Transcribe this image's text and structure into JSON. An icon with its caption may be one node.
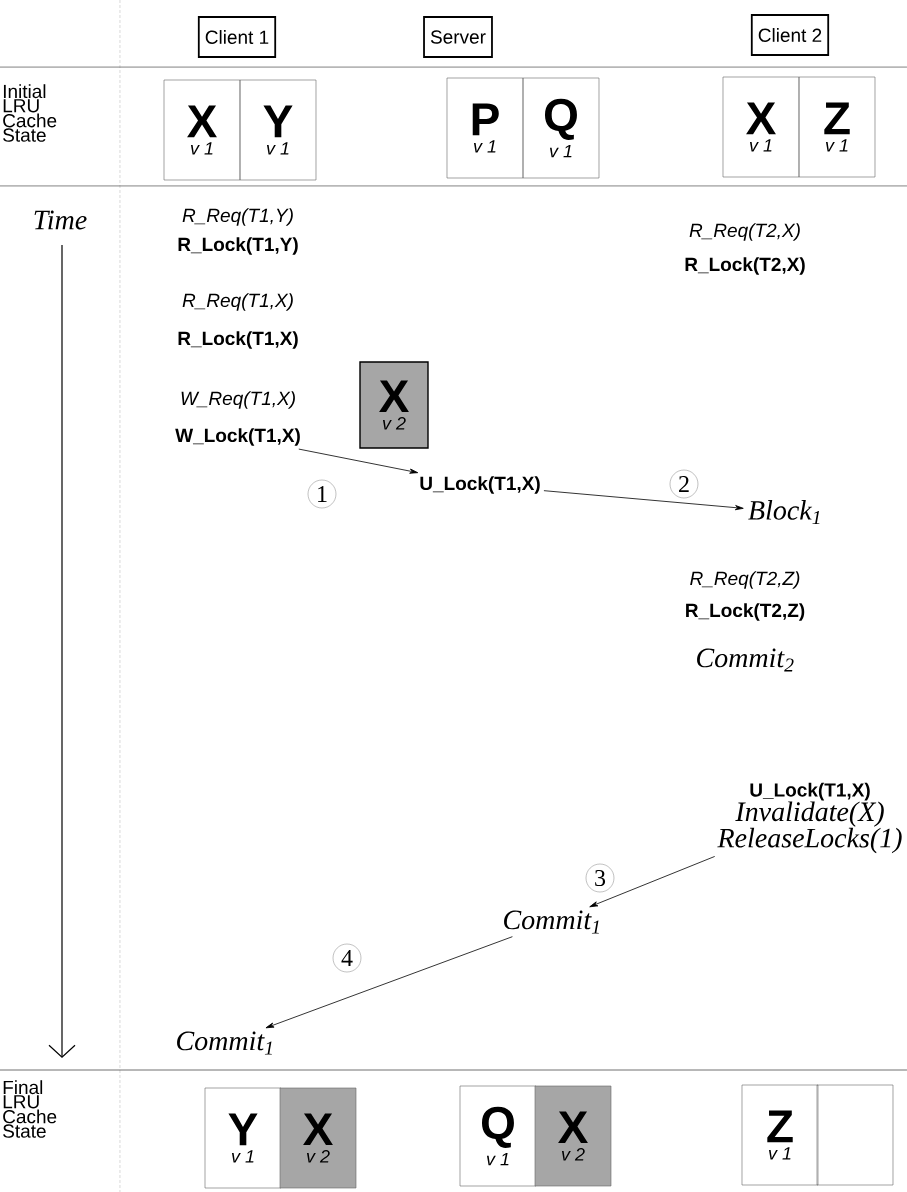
{
  "diagram": {
    "nodes": [
      {
        "text": [
          "Client 1"
        ]
      },
      {
        "text": [
          "Server"
        ]
      },
      {
        "text": [
          "Client 2"
        ]
      },
      {
        "text": [
          "X",
          "v 1"
        ]
      },
      {
        "text": [
          "Y",
          "v 1"
        ]
      },
      {
        "text": [
          "P",
          "v 1"
        ]
      },
      {
        "text": [
          "Q",
          "v 1"
        ]
      },
      {
        "text": [
          "X",
          "v 1"
        ]
      },
      {
        "text": [
          "Z",
          "v 1"
        ]
      },
      {
        "text": [
          "W_Lock(T1,X)"
        ]
      },
      {
        "text": [
          "X",
          "v 2"
        ]
      },
      {
        "text": [
          "U_Lock(T1,X)"
        ]
      },
      {
        "text": [
          "Block$_{1}$"
        ]
      },
      {
        "text": [
          "U_Lock(T1,X)",
          "Invalidate(X)",
          "ReleaseLocks(1)"
        ]
      },
      {
        "text": [
          "Commit$_{1}$"
        ]
      },
      {
        "text": [
          "Commit$_{1}$"
        ]
      },
      {
        "text": [
          "Y",
          "v 1"
        ]
      },
      {
        "text": [
          "X",
          "v 2"
        ]
      },
      {
        "text": [
          "Q",
          "v 1"
        ]
      },
      {
        "text": [
          "X",
          "v 2"
        ]
      },
      {
        "text": [
          "Z",
          "v 1"
        ]
      },
      {
        "text": [],
        "shape": "box"
      }
    ],
    "edges": [
      {
        "from": 9,
        "to": 11,
        "arrow": "to",
        "label": "1"
      },
      {
        "from": 11,
        "to": 12,
        "arrow": "to",
        "label": "2"
      },
      {
        "from": 13,
        "to": 14,
        "arrow": "to",
        "label": "3"
      },
      {
        "from": 14,
        "to": 15,
        "arrow": "to",
        "label": "4"
      }
    ],
    "labels": [
      "Initial LRU Cache State",
      "Time",
      "R_Req(T1,Y)",
      "R_Lock(T1,Y)",
      "R_Req(T2,X)",
      "R_Lock(T2,X)",
      "R_Req(T1,X)",
      "R_Lock(T1,X)",
      "W_Req(T1,X)",
      "R_Req(T2,Z)",
      "R_Lock(T2,Z)",
      "Commit$_{2}$",
      "Final LRU Cache State"
    ]
  }
}
